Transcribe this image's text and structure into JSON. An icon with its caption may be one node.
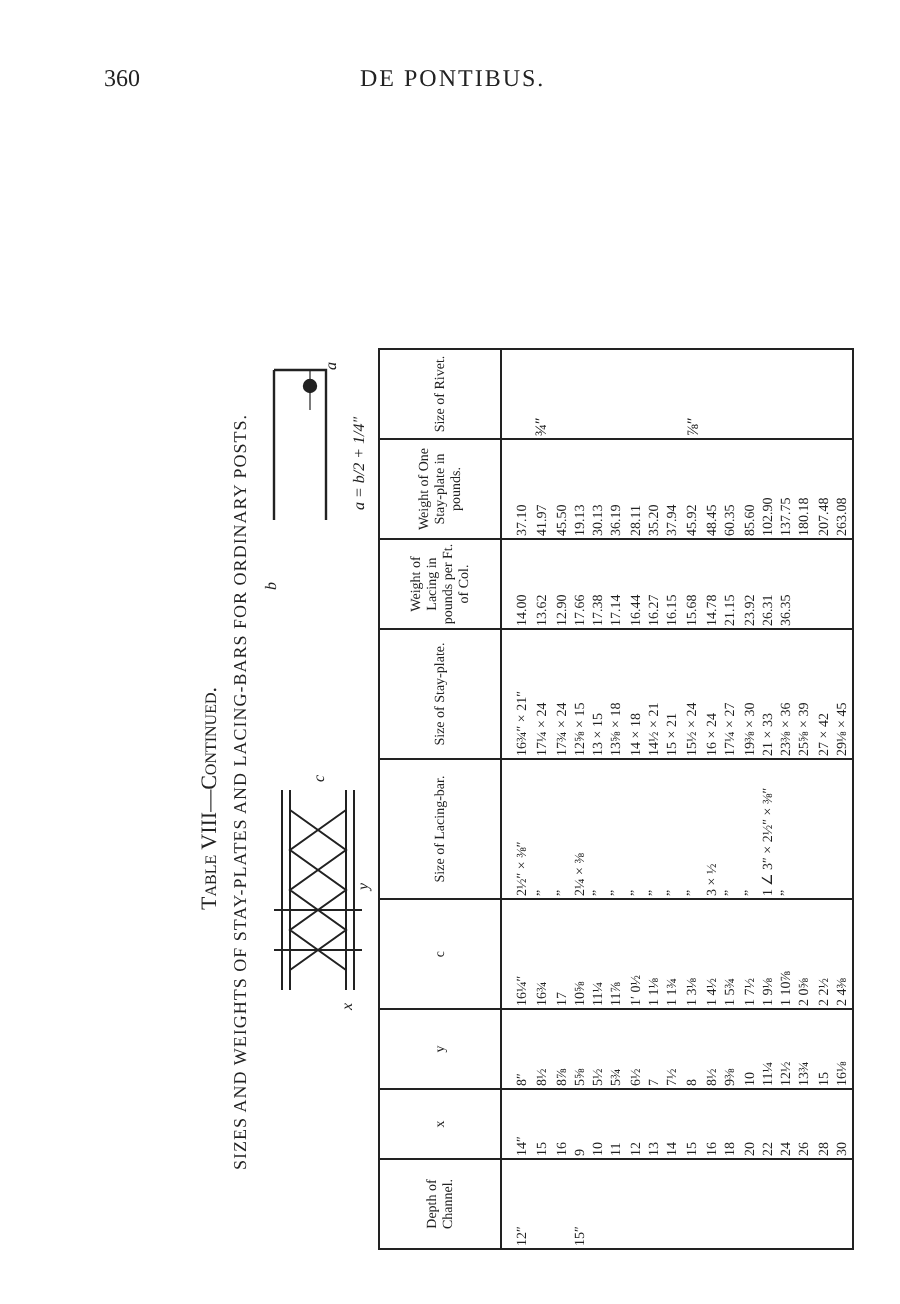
{
  "diagram": {
    "title": "Table VIII—Continued.",
    "labels": [
      "360",
      "DE PONTIBUS.",
      "SIZES AND WEIGHTS OF STAY-PLATES AND LACING-BARS FOR ORDINARY POSTS.",
      "x",
      "y",
      "c",
      "b",
      "a",
      "a = b/2 + 1/4″",
      "Depth of Channel.",
      "x",
      "y",
      "c",
      "Size of Lacing-bar.",
      "Size of Stay-plate.",
      "Weight of Lacing in pounds per Ft. of Col.",
      "Weight of One Stay-plate in pounds.",
      "Size of Rivet.",
      "12″",
      "14″",
      "8″",
      "16¼″",
      "2½″ × ⅜″",
      "16¾″ × 21″",
      "14.00",
      "37.10",
      "15",
      "8½",
      "16¾",
      "”",
      "17¼ × 24",
      "13.62",
      "41.97",
      "¾″",
      "16",
      "8⅞",
      "17",
      "”",
      "17¾ × 24",
      "12.90",
      "45.50",
      "15″",
      "9",
      "5⅝",
      "10⅝",
      "2¼ × ⅜",
      "12⅝ × 15",
      "17.66",
      "19.13",
      "10",
      "5½",
      "11¼",
      "”",
      "13 × 15",
      "17.38",
      "30.13",
      "11",
      "5¾",
      "11⅞",
      "”",
      "13⅝ × 18",
      "17.14",
      "36.19",
      "12",
      "6½",
      "1′ 0½",
      "”",
      "14 × 18",
      "16.44",
      "28.11",
      "13",
      "7",
      "1 1⅛",
      "”",
      "14½ × 21",
      "16.27",
      "35.20",
      "14",
      "7½",
      "1 1¾",
      "”",
      "15 × 21",
      "16.15",
      "37.94",
      "15",
      "8",
      "1 3⅛",
      "”",
      "15½ × 24",
      "15.68",
      "45.92",
      "⅞″",
      "16",
      "8½",
      "1 4½",
      "3 × ½",
      "16 × 24",
      "14.78",
      "48.45",
      "18",
      "9⅜",
      "1 5¾",
      "”",
      "17¼ × 27",
      "21.15",
      "60.35",
      "20",
      "10",
      "1 7½",
      "”",
      "19⅜ × 30",
      "23.92",
      "85.60",
      "22",
      "11¼",
      "1 9⅛",
      "1 ∠ 3″ × 2½″ × ⅜″",
      "21 × 33",
      "26.31",
      "102.90",
      "24",
      "12½",
      "1 10⅞",
      "”",
      "23⅜ × 36",
      "36.35",
      "137.75",
      "26",
      "13¾",
      "2 0⅝",
      "25⅝ × 39",
      "180.18",
      "28",
      "15",
      "2 2½",
      "27 × 42",
      "207.48",
      "30",
      "16⅛",
      "2 4⅜",
      "29⅛ × 45",
      "263.08"
    ]
  }
}
